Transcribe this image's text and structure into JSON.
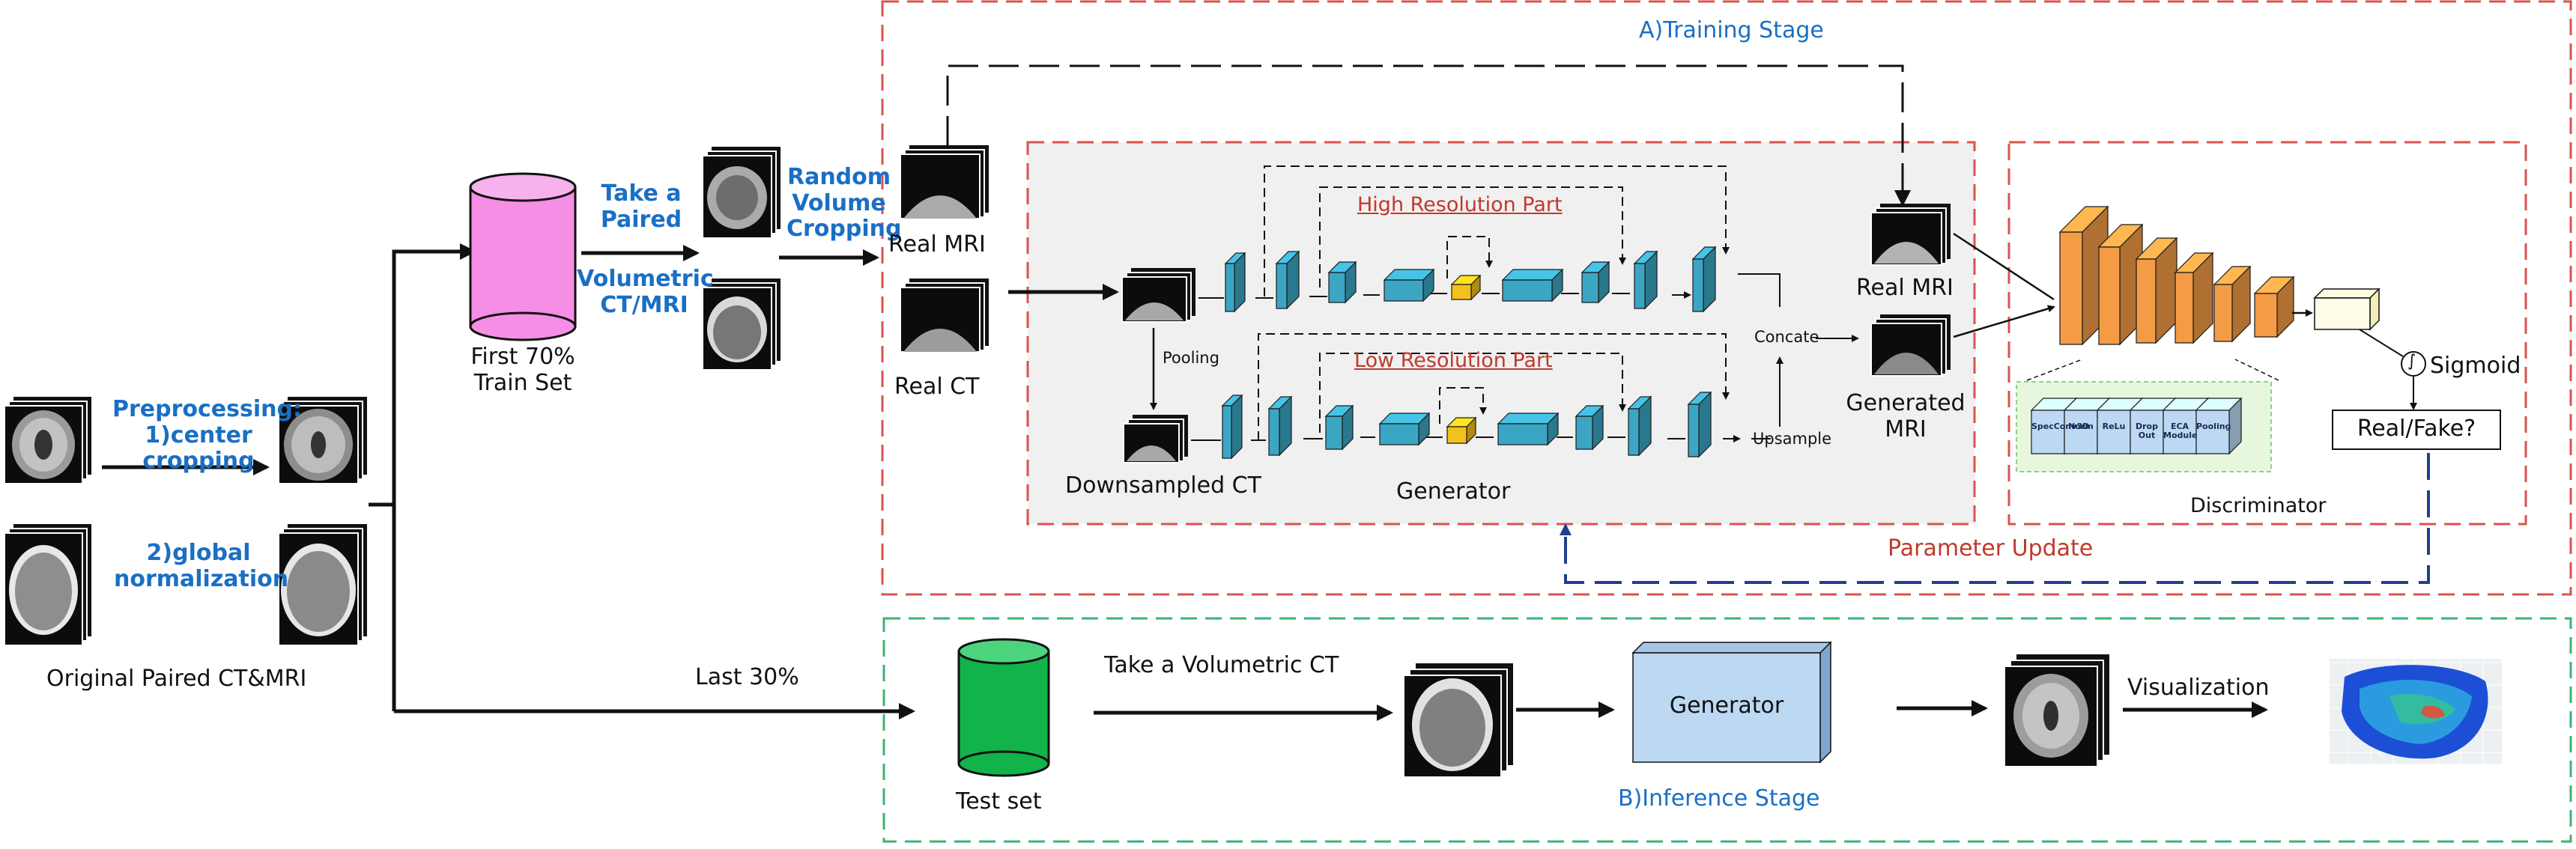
{
  "colors": {
    "red_frame": "#d9534f",
    "green_frame": "#3cb371",
    "blue_dash": "#1f3f8f",
    "block_blue": "#3ba6c4",
    "block_yellow": "#f3c11b",
    "disc_orange": "#f39b45",
    "train_db": "#f58ee4",
    "test_db": "#11b34a",
    "module_blue": "#bcd8f3",
    "label_blue": "#1a6fc4",
    "label_red": "#c0392b"
  },
  "left": {
    "original_caption": "Original Paired CT&MRI",
    "preprocessing": {
      "title": "Preprocessing:",
      "step1": "1)center",
      "step1b": "cropping",
      "step2": "2)global",
      "step2b": "normalization"
    },
    "last_split": "Last 30%"
  },
  "train_set": {
    "line1": "First 70%",
    "line2": "Train Set"
  },
  "take_paired": {
    "line1": "Take a",
    "line2": "Paired",
    "line3": "Volumetric",
    "line4": "CT/MRI"
  },
  "random_crop": {
    "line1": "Random",
    "line2": "Volume",
    "line3": "Cropping"
  },
  "training": {
    "stage_title": "A)Training Stage",
    "real_mri": "Real MRI",
    "real_ct": "Real CT",
    "pooling": "Pooling",
    "downsampled_ct": "Downsampled CT",
    "high_res": "High Resolution Part",
    "low_res": "Low Resolution Part",
    "concate": "Concate",
    "upsample": "Upsample",
    "generator": "Generator",
    "real_mri_2": "Real MRI",
    "generated_mri_1": "Generated",
    "generated_mri_2": "MRI",
    "discriminator": "Discriminator",
    "disc_layers": [
      "SpecConv3D",
      "Norm",
      "ReLu",
      "Drop Out",
      "ECA Module",
      "Pooling"
    ],
    "sigmoid": "Sigmoid",
    "sigmoid_symbol": "∫",
    "real_fake": "Real/Fake?",
    "param_update": "Parameter Update"
  },
  "inference": {
    "stage_title": "B)Inference Stage",
    "test_set": "Test set",
    "take_ct": "Take a Volumetric CT",
    "generator": "Generator",
    "visualization": "Visualization"
  }
}
